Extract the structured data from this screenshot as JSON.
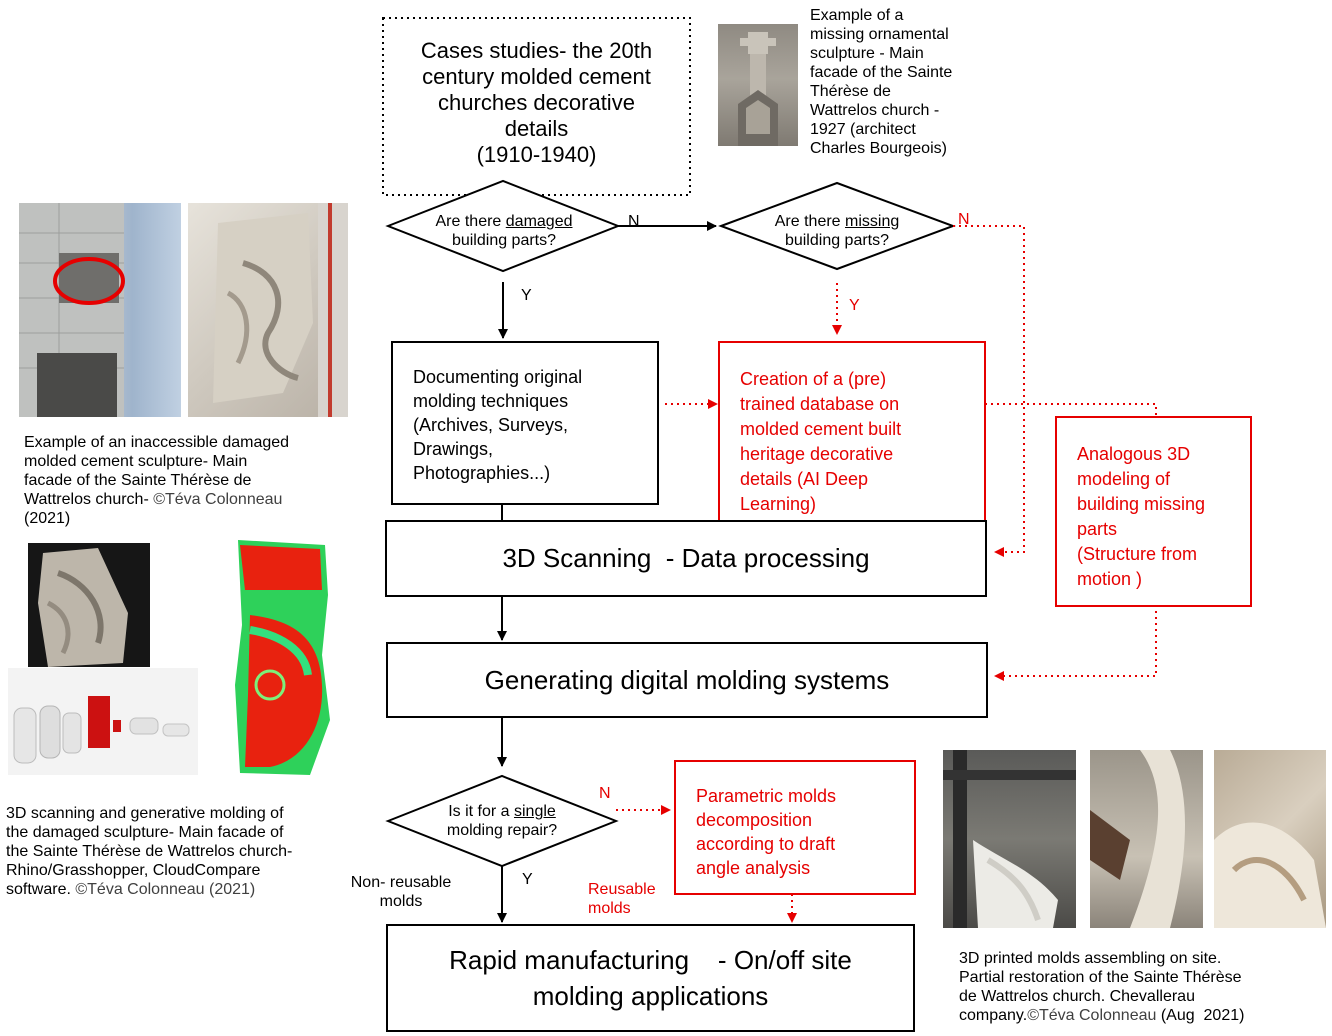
{
  "start_box": {
    "text": "Cases studies- the 20th century molded cement churches decorative details (1910-1940)",
    "line1": "Cases studies- the 20th",
    "line2": "century molded cement",
    "line3": "churches decorative",
    "line4": "details",
    "line5": "(1910-1940)"
  },
  "decision_damaged": {
    "pre": "Are there ",
    "key": "damaged",
    "post": "building parts?"
  },
  "decision_missing": {
    "pre": "Are there ",
    "key": "missing",
    "post": "building parts?"
  },
  "decision_single": {
    "pre": "Is it for a ",
    "key": "single",
    "post": "molding repair?"
  },
  "labels": {
    "n1": "N",
    "n2": "N",
    "n3": "N",
    "y1": "Y",
    "y2": "Y",
    "y3": "Y",
    "non_reusable_1": "Non- reusable",
    "non_reusable_2": "molds",
    "reusable_1": "Reusable",
    "reusable_2": "molds"
  },
  "documenting_box": {
    "l1": "Documenting original",
    "l2": "molding techniques",
    "l3": "(Archives, Surveys,",
    "l4": "Drawings,",
    "l5": "Photographies...)"
  },
  "database_box": {
    "l1": "Creation of a (pre)",
    "l2": "trained database on",
    "l3": "molded cement built",
    "l4": "heritage decorative",
    "l5": "details  (AI Deep",
    "l6": "Learning)"
  },
  "analogous_box": {
    "l1": "Analogous 3D",
    "l2": "modeling of",
    "l3": "building missing",
    "l4": "parts",
    "l5": "(Structure from",
    "l6": "motion )"
  },
  "scanning_box": {
    "text": "3D Scanning  - Data processing"
  },
  "generating_box": {
    "text": "Generating digital molding systems"
  },
  "parametric_box": {
    "l1": "Parametric molds",
    "l2": "decomposition",
    "l3": "according to draft",
    "l4": "angle analysis"
  },
  "rapid_box": {
    "l1": "Rapid manufacturing    - On/off site",
    "l2": "molding applications"
  },
  "captions": {
    "top_right": {
      "l1": "Example of a",
      "l2": "missing ornamental",
      "l3": "sculpture - Main",
      "l4": "facade of the Sainte",
      "l5": "Thérèse de",
      "l6": "Wattrelos church -",
      "l7": "1927 (architect",
      "l8": "Charles Bourgeois)"
    },
    "left_top": {
      "l1": "Example of an inaccessible damaged",
      "l2": "molded cement sculpture- Main",
      "l3": "facade of the Sainte Thérèse de",
      "l4a": "Wattrelos church- ",
      "l4b": "©Téva Colonneau",
      "l5": "(2021)"
    },
    "left_bottom": {
      "l1": "3D scanning and generative molding of",
      "l2": "the damaged sculpture- Main facade of",
      "l3": "the Sainte Thérèse de Wattrelos church-",
      "l4": "Rhino/Grasshopper, CloudCompare",
      "l5a": "software. ",
      "l5b": "©Téva Colonneau (2021)"
    },
    "right_bottom": {
      "l1": "3D printed molds assembling on site.",
      "l2": "Partial restoration of the Sainte Thérèse",
      "l3": "de Wattrelos church. Chevallerau",
      "l4a": "company.",
      "l4b": "©Téva Colonneau",
      "l4c": " (Aug  2021)"
    }
  },
  "colors": {
    "accent_red": "#e60000",
    "line": "#000000"
  }
}
